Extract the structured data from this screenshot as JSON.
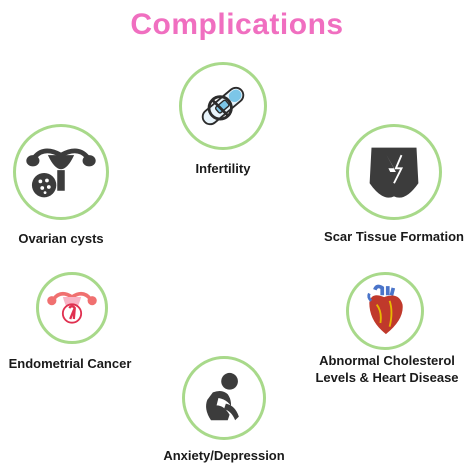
{
  "title": "Complications",
  "colors": {
    "title": "#f06fc0",
    "ring": "#a8d98a",
    "icon_dark": "#3c3c3c"
  },
  "items": [
    {
      "label": "Infertility",
      "icon": "pregnancy-test-crossed-icon"
    },
    {
      "label": "Ovarian cysts",
      "icon": "uterus-cyst-icon"
    },
    {
      "label": "Scar Tissue Formation",
      "icon": "pelvis-lightning-icon"
    },
    {
      "label": "Endometrial Cancer",
      "icon": "uterus-cancer-ribbon-icon"
    },
    {
      "label": "Abnormal Cholesterol",
      "label2": "Levels & Heart Disease",
      "icon": "heart-icon"
    },
    {
      "label": "Anxiety/Depression",
      "icon": "sad-person-icon"
    }
  ]
}
